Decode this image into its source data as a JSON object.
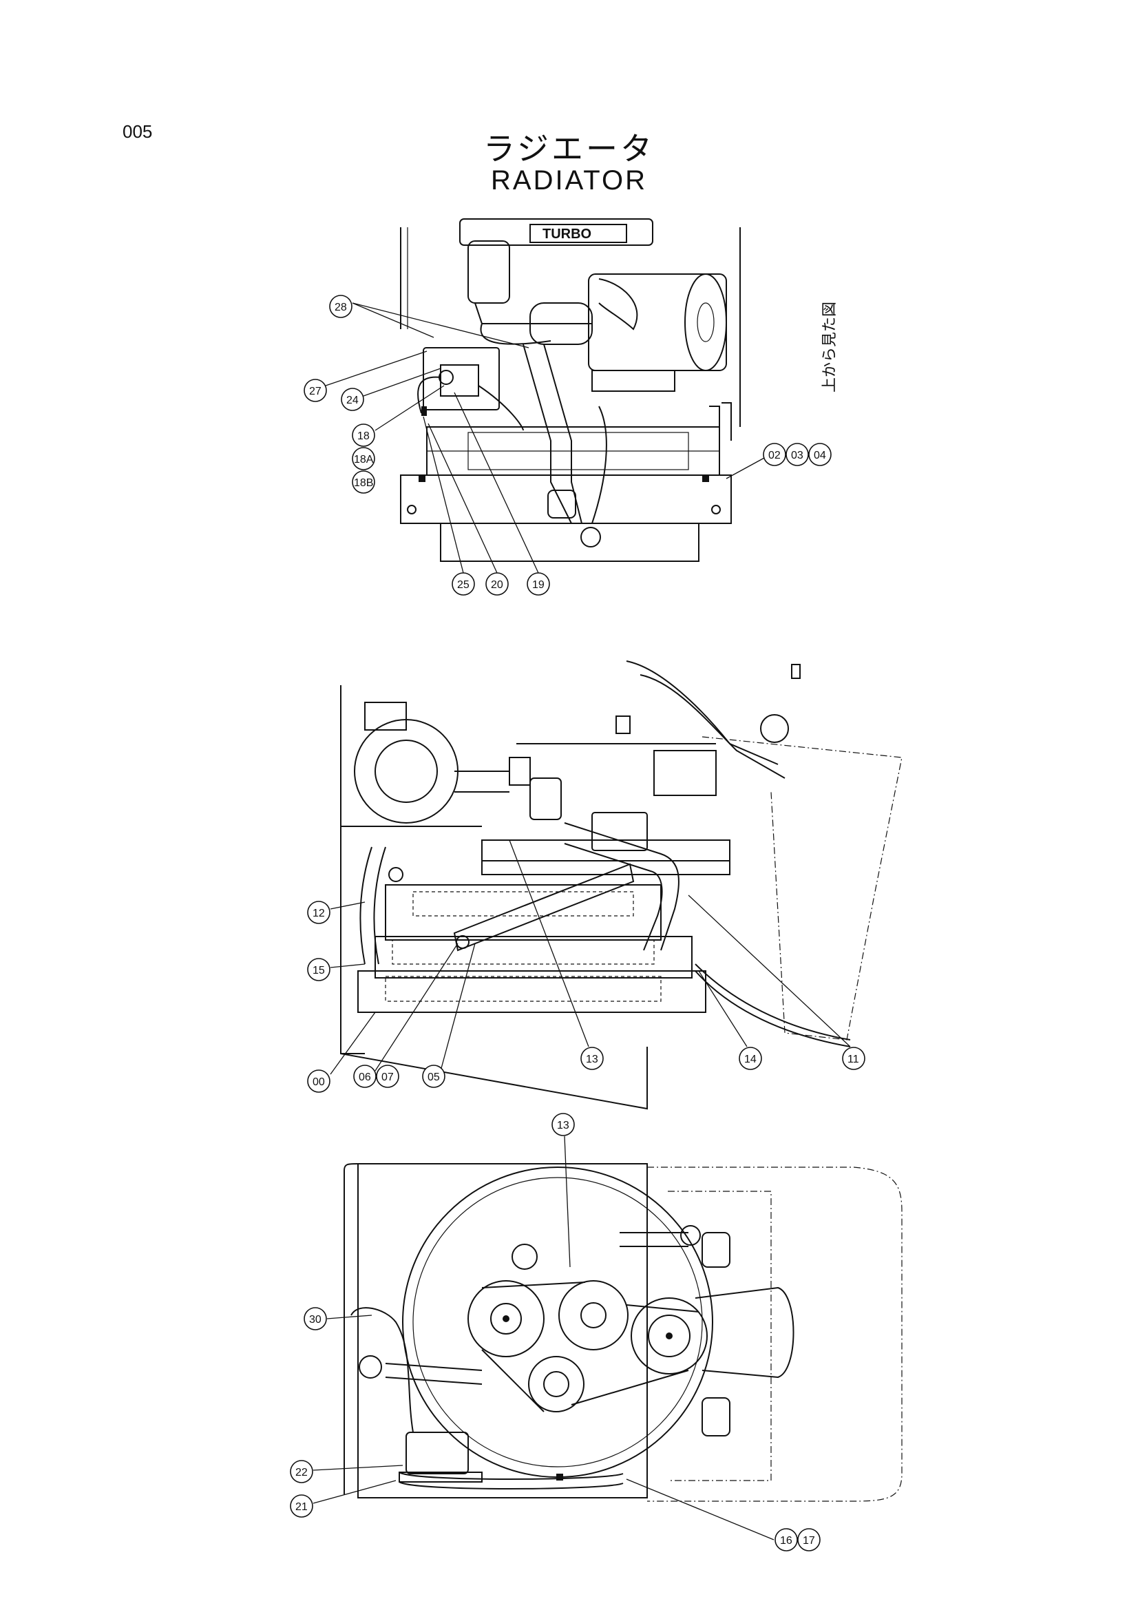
{
  "page_number": "005",
  "title_jp": "ラジエータ",
  "title_en": "RADIATOR",
  "view_note": "上から見た図",
  "turbo_label": "TURBO",
  "top_view": {
    "callouts": [
      "28",
      "27",
      "24",
      "18",
      "18A",
      "18B",
      "25",
      "20",
      "19",
      "02",
      "03",
      "04"
    ]
  },
  "side_view": {
    "callouts": [
      "12",
      "15",
      "00",
      "06",
      "07",
      "05",
      "13",
      "14",
      "11"
    ]
  },
  "front_view": {
    "callouts": [
      "13",
      "30",
      "22",
      "21",
      "16",
      "17"
    ]
  }
}
